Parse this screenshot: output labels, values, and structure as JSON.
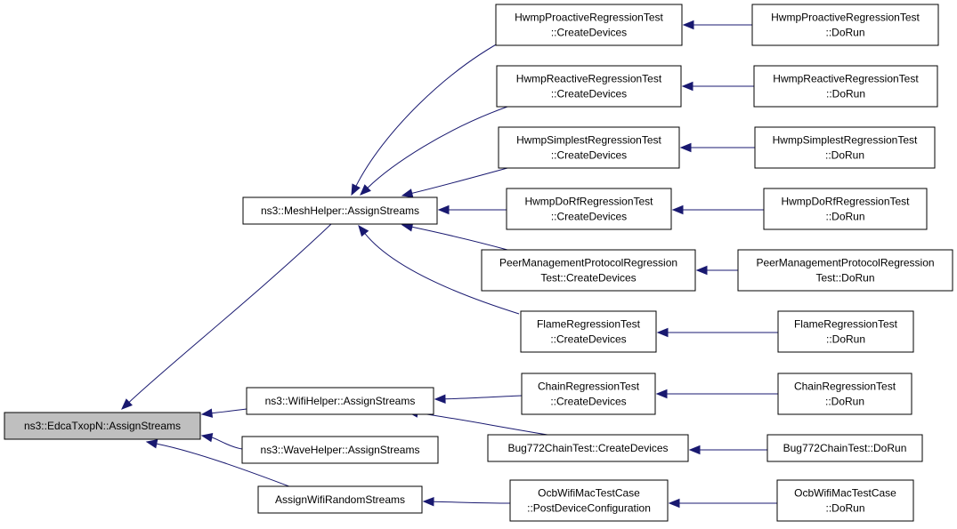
{
  "colors": {
    "edge": "#191970",
    "node_fill": "#ffffff",
    "root_fill": "#bfbfbf",
    "border": "#000000"
  },
  "nodes": {
    "root": {
      "lines": [
        "ns3::EdcaTxopN::AssignStreams"
      ]
    },
    "mesh_helper": {
      "lines": [
        "ns3::MeshHelper::AssignStreams"
      ]
    },
    "wifi_helper": {
      "lines": [
        "ns3::WifiHelper::AssignStreams"
      ]
    },
    "wave_helper": {
      "lines": [
        "ns3::WaveHelper::AssignStreams"
      ]
    },
    "assign_random": {
      "lines": [
        "AssignWifiRandomStreams"
      ]
    },
    "hwmp_pro_cd": {
      "lines": [
        "HwmpProactiveRegressionTest",
        "::CreateDevices"
      ]
    },
    "hwmp_rea_cd": {
      "lines": [
        "HwmpReactiveRegressionTest",
        "::CreateDevices"
      ]
    },
    "hwmp_sim_cd": {
      "lines": [
        "HwmpSimplestRegressionTest",
        "::CreateDevices"
      ]
    },
    "hwmp_dorf_cd": {
      "lines": [
        "HwmpDoRfRegressionTest",
        "::CreateDevices"
      ]
    },
    "peer_cd": {
      "lines": [
        "PeerManagementProtocolRegression",
        "Test::CreateDevices"
      ]
    },
    "flame_cd": {
      "lines": [
        "FlameRegressionTest",
        "::CreateDevices"
      ]
    },
    "chain_cd": {
      "lines": [
        "ChainRegressionTest",
        "::CreateDevices"
      ]
    },
    "bug_cd": {
      "lines": [
        "Bug772ChainTest::CreateDevices"
      ]
    },
    "ocb_pdc": {
      "lines": [
        "OcbWifiMacTestCase",
        "::PostDeviceConfiguration"
      ]
    },
    "hwmp_pro_run": {
      "lines": [
        "HwmpProactiveRegressionTest",
        "::DoRun"
      ]
    },
    "hwmp_rea_run": {
      "lines": [
        "HwmpReactiveRegressionTest",
        "::DoRun"
      ]
    },
    "hwmp_sim_run": {
      "lines": [
        "HwmpSimplestRegressionTest",
        "::DoRun"
      ]
    },
    "hwmp_dorf_run": {
      "lines": [
        "HwmpDoRfRegressionTest",
        "::DoRun"
      ]
    },
    "peer_run": {
      "lines": [
        "PeerManagementProtocolRegression",
        "Test::DoRun"
      ]
    },
    "flame_run": {
      "lines": [
        "FlameRegressionTest",
        "::DoRun"
      ]
    },
    "chain_run": {
      "lines": [
        "ChainRegressionTest",
        "::DoRun"
      ]
    },
    "bug_run": {
      "lines": [
        "Bug772ChainTest::DoRun"
      ]
    },
    "ocb_run": {
      "lines": [
        "OcbWifiMacTestCase",
        "::DoRun"
      ]
    }
  },
  "edges": [
    {
      "from": "mesh_helper",
      "to": "root"
    },
    {
      "from": "wifi_helper",
      "to": "root"
    },
    {
      "from": "wave_helper",
      "to": "root"
    },
    {
      "from": "assign_random",
      "to": "root"
    },
    {
      "from": "hwmp_pro_cd",
      "to": "mesh_helper"
    },
    {
      "from": "hwmp_rea_cd",
      "to": "mesh_helper"
    },
    {
      "from": "hwmp_sim_cd",
      "to": "mesh_helper"
    },
    {
      "from": "hwmp_dorf_cd",
      "to": "mesh_helper"
    },
    {
      "from": "peer_cd",
      "to": "mesh_helper"
    },
    {
      "from": "flame_cd",
      "to": "mesh_helper"
    },
    {
      "from": "chain_cd",
      "to": "wifi_helper"
    },
    {
      "from": "bug_cd",
      "to": "wifi_helper"
    },
    {
      "from": "ocb_pdc",
      "to": "assign_random"
    },
    {
      "from": "hwmp_pro_run",
      "to": "hwmp_pro_cd"
    },
    {
      "from": "hwmp_rea_run",
      "to": "hwmp_rea_cd"
    },
    {
      "from": "hwmp_sim_run",
      "to": "hwmp_sim_cd"
    },
    {
      "from": "hwmp_dorf_run",
      "to": "hwmp_dorf_cd"
    },
    {
      "from": "peer_run",
      "to": "peer_cd"
    },
    {
      "from": "flame_run",
      "to": "flame_cd"
    },
    {
      "from": "chain_run",
      "to": "chain_cd"
    },
    {
      "from": "bug_run",
      "to": "bug_cd"
    },
    {
      "from": "ocb_run",
      "to": "ocb_pdc"
    }
  ]
}
